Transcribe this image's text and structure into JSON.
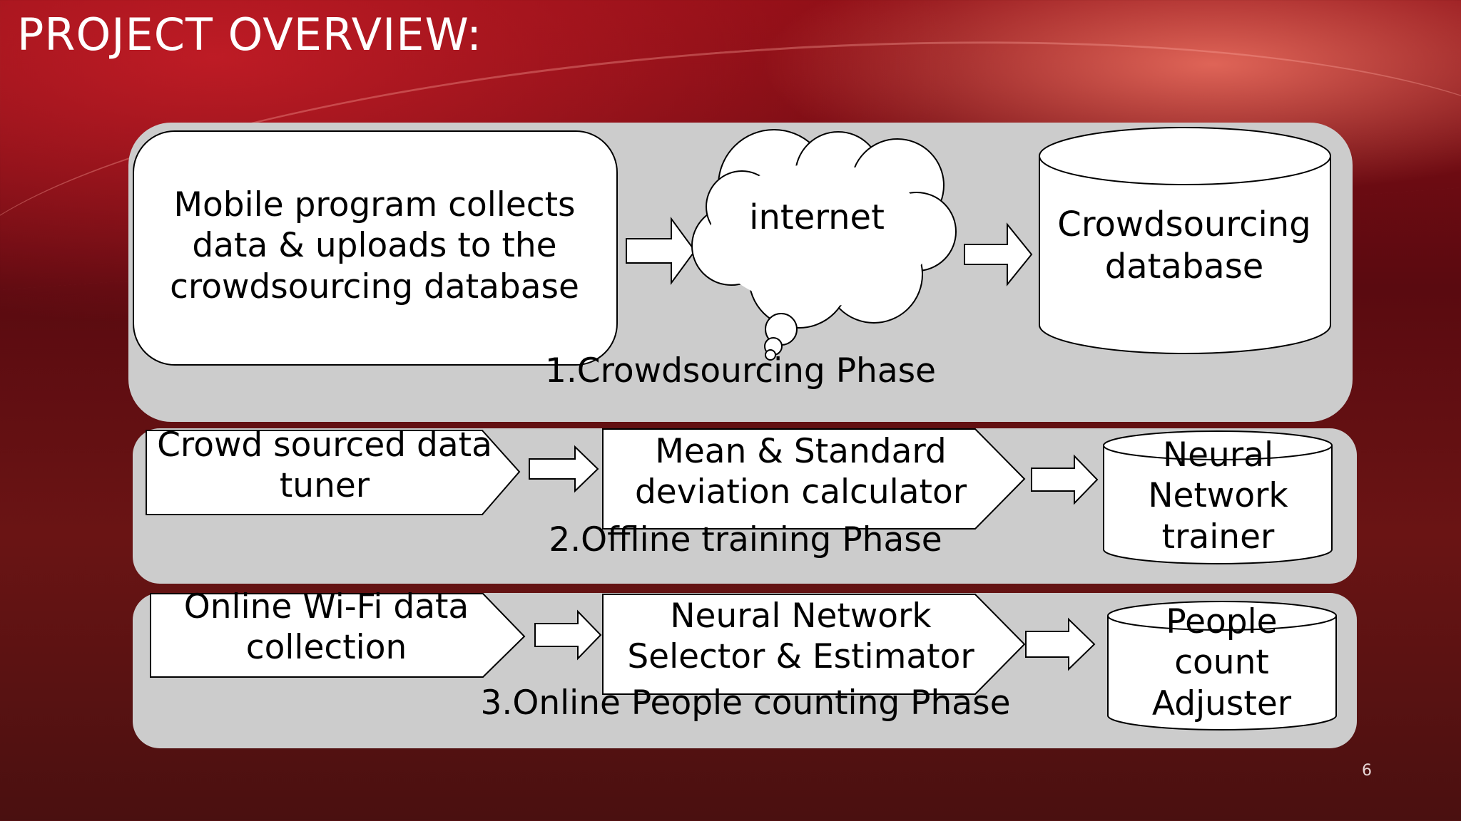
{
  "slide": {
    "title": "PROJECT OVERVIEW:",
    "number": "6"
  },
  "phase1": {
    "label": "1.Crowdsourcing Phase",
    "mobile": "Mobile program collects data & uploads to the crowdsourcing database",
    "internet": "internet",
    "database": "Crowdsourcing database"
  },
  "phase2": {
    "label": "2.Offline training Phase",
    "tuner": "Crowd sourced data tuner",
    "calculator": "Mean & Standard deviation calculator",
    "trainer": "Neural Network trainer"
  },
  "phase3": {
    "label": "3.Online People counting Phase",
    "collection": "Online Wi-Fi data collection",
    "selector": "Neural Network Selector & Estimator",
    "adjuster": "People count Adjuster"
  },
  "colors": {
    "panel": "#cccccc",
    "shape_fill": "#ffffff",
    "stroke": "#000000"
  }
}
